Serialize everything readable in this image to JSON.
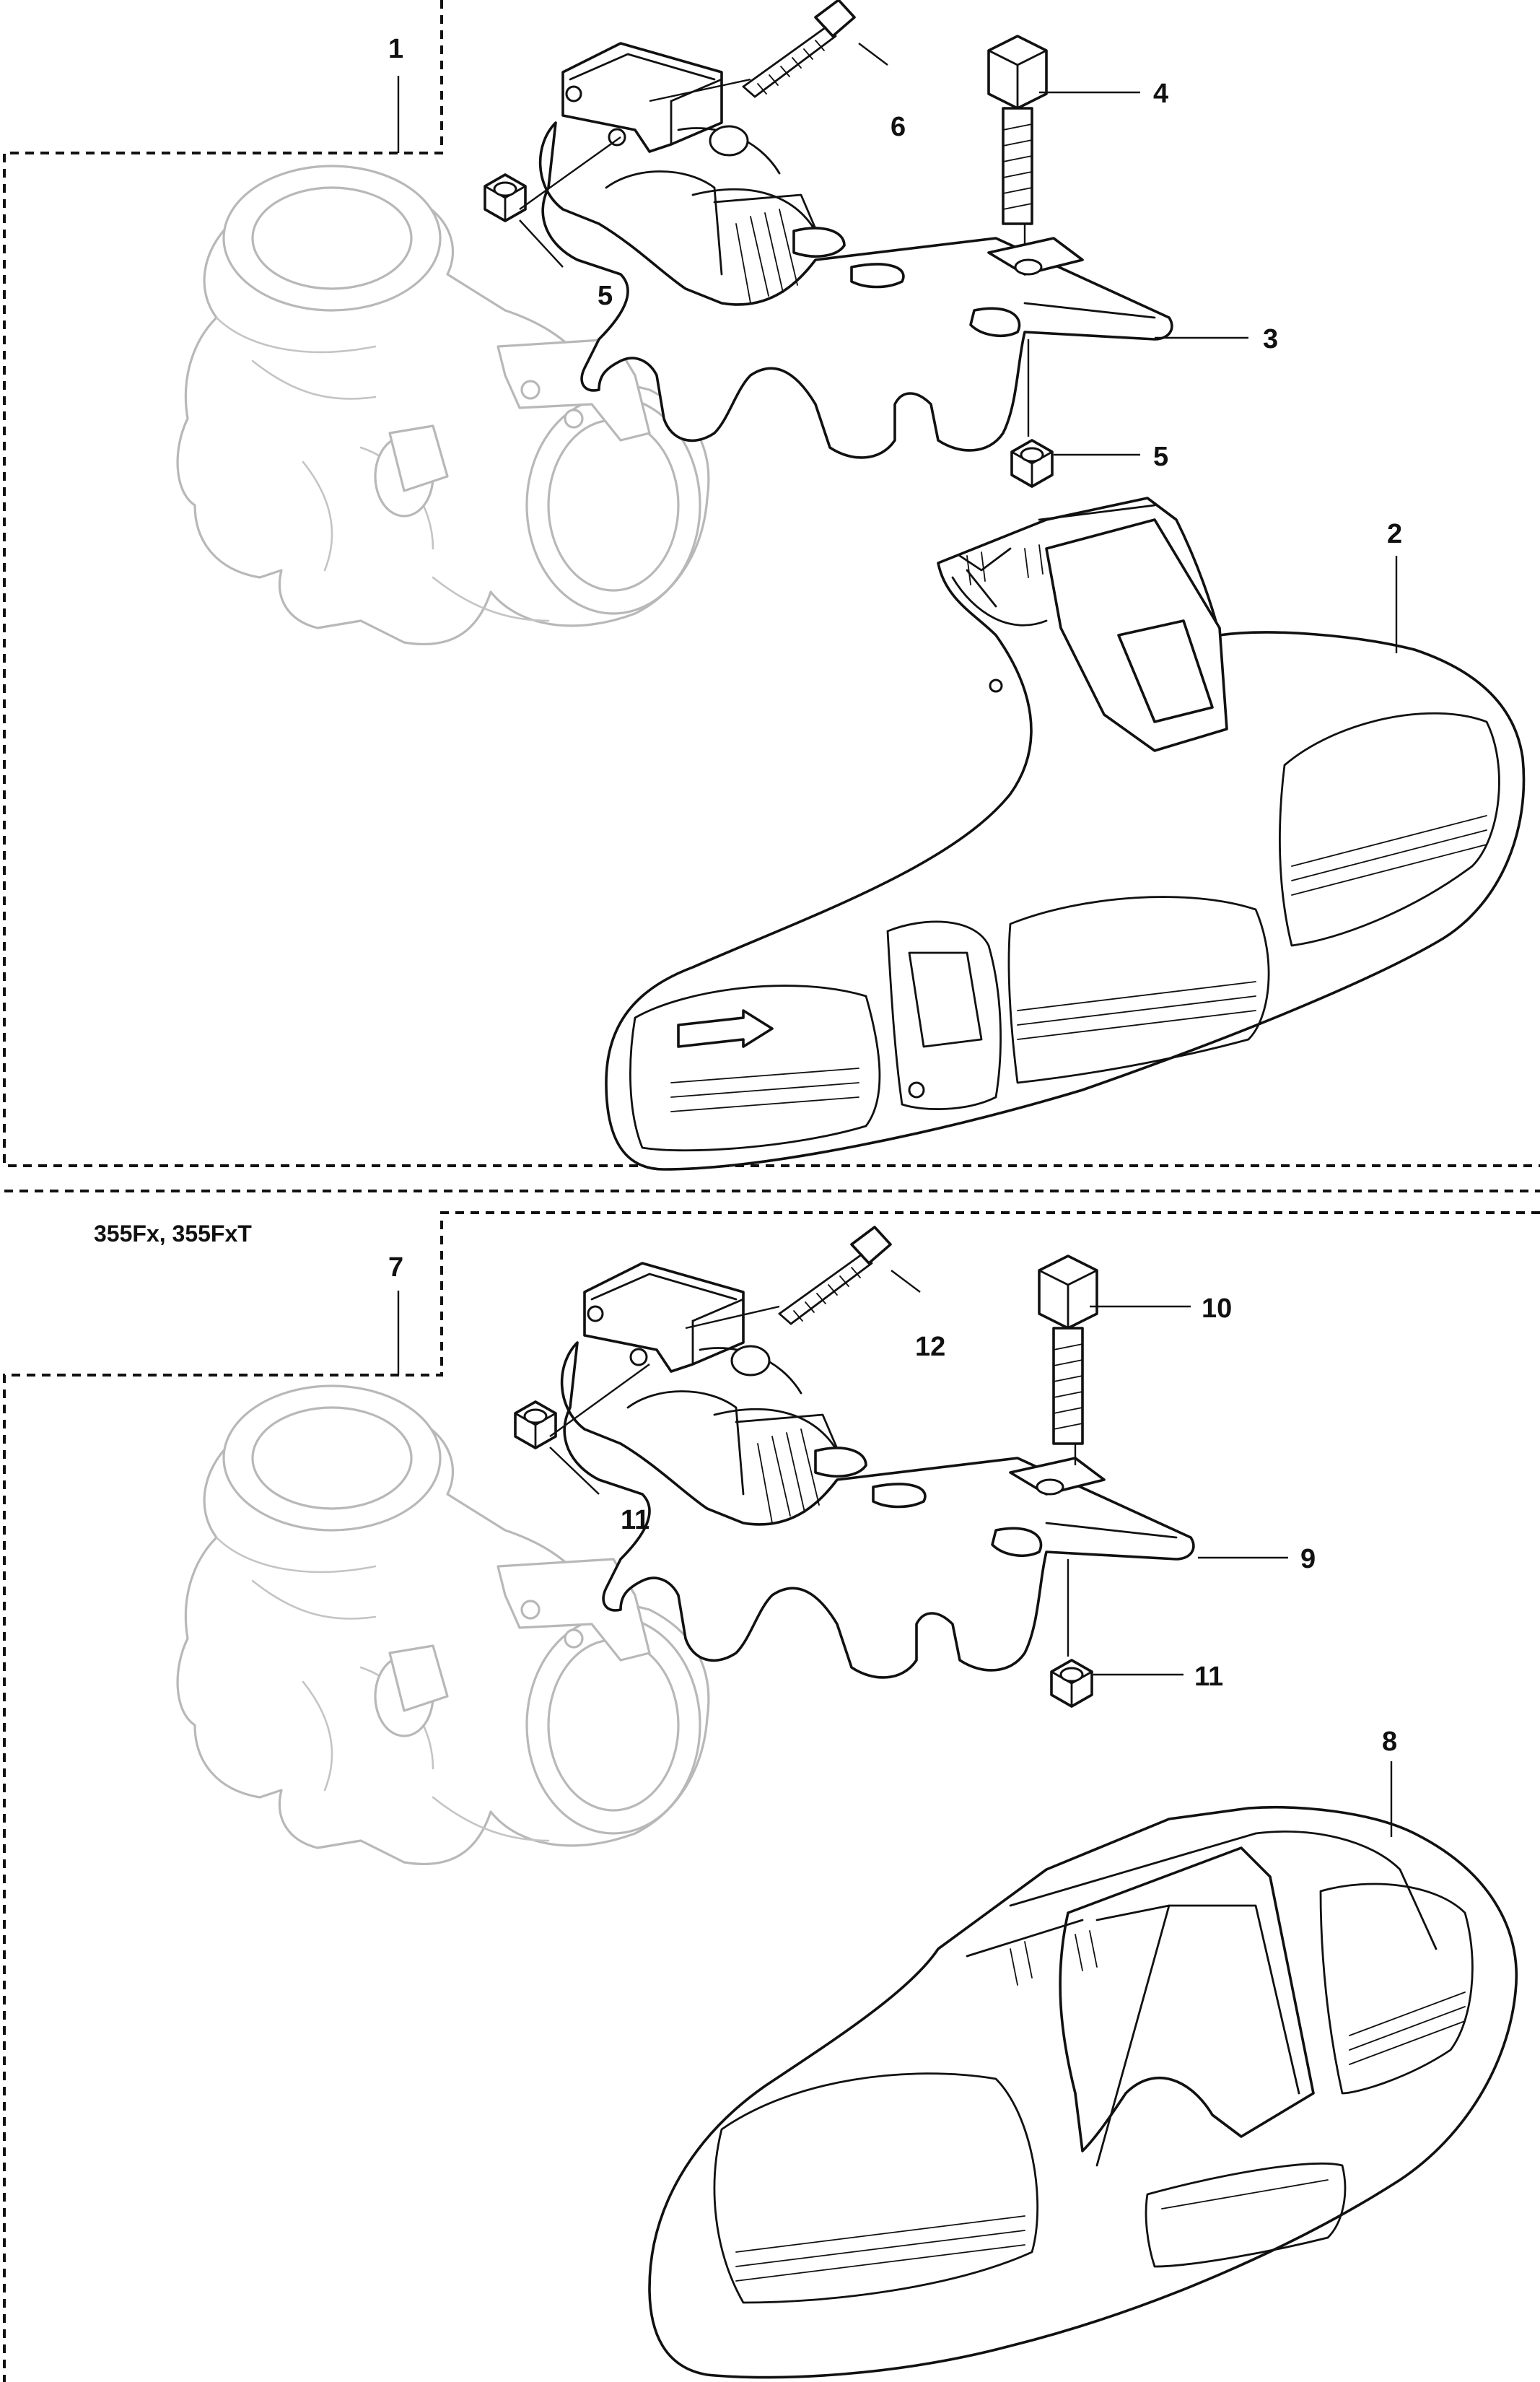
{
  "variant_label": "355Fx, 355FxT",
  "colors": {
    "outline": "#111111",
    "context_outline": "#b8b8b8",
    "background": "#ffffff"
  },
  "upper_group": {
    "callouts": [
      {
        "id": "c1",
        "label": "1"
      },
      {
        "id": "c2",
        "label": "2"
      },
      {
        "id": "c3",
        "label": "3"
      },
      {
        "id": "c4",
        "label": "4"
      },
      {
        "id": "c5a",
        "label": "5"
      },
      {
        "id": "c5b",
        "label": "5"
      },
      {
        "id": "c6",
        "label": "6"
      }
    ]
  },
  "lower_group": {
    "callouts": [
      {
        "id": "c7",
        "label": "7"
      },
      {
        "id": "c8",
        "label": "8"
      },
      {
        "id": "c9",
        "label": "9"
      },
      {
        "id": "c10",
        "label": "10"
      },
      {
        "id": "c11a",
        "label": "11"
      },
      {
        "id": "c11b",
        "label": "11"
      },
      {
        "id": "c12",
        "label": "12"
      }
    ]
  }
}
